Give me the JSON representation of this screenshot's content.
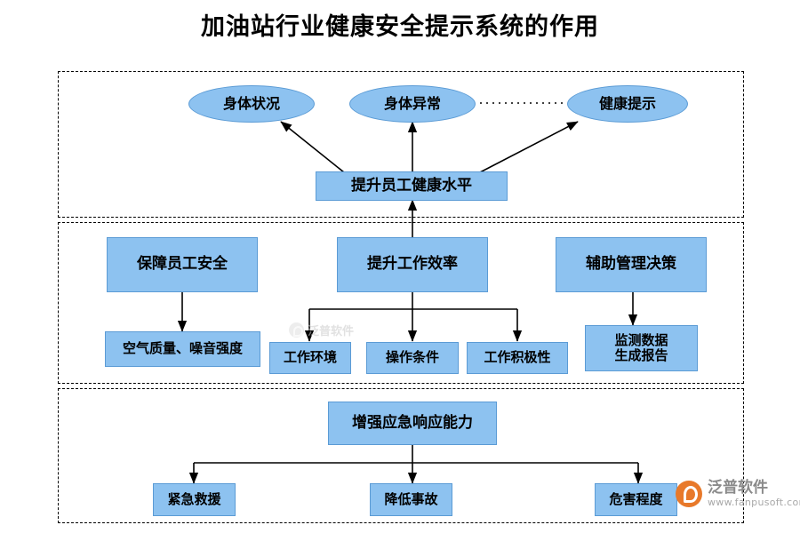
{
  "page": {
    "title": "加油站行业健康安全提示系统的作用",
    "background_color": "#ffffff",
    "node_fill": "#8DC2F0",
    "node_border": "#5B9BD5"
  },
  "groups": [
    {
      "name": "health-group"
    },
    {
      "name": "benefit-group"
    },
    {
      "name": "emergency-group"
    }
  ],
  "nodes": {
    "body_status": "身体状况",
    "body_abnormal": "身体异常",
    "health_tip": "健康提示",
    "improve_health": "提升员工健康水平",
    "ensure_safety": "保障员工安全",
    "improve_efficiency": "提升工作效率",
    "assist_decision": "辅助管理决策",
    "air_noise": "空气质量、噪音强度",
    "work_env": "工作环境",
    "operating_conditions": "操作条件",
    "work_enthusiasm": "工作积极性",
    "monitor_report_line1": "监测数据",
    "monitor_report_line2": "生成报告",
    "emergency_capability": "增强应急响应能力",
    "emergency_rescue": "紧急救援",
    "reduce_accidents": "降低事故",
    "hazard_degree": "危害程度"
  },
  "watermarks": {
    "center_text": "泛普软件",
    "brand_name": "泛普软件",
    "brand_url": "www.fanpusoft.com"
  }
}
